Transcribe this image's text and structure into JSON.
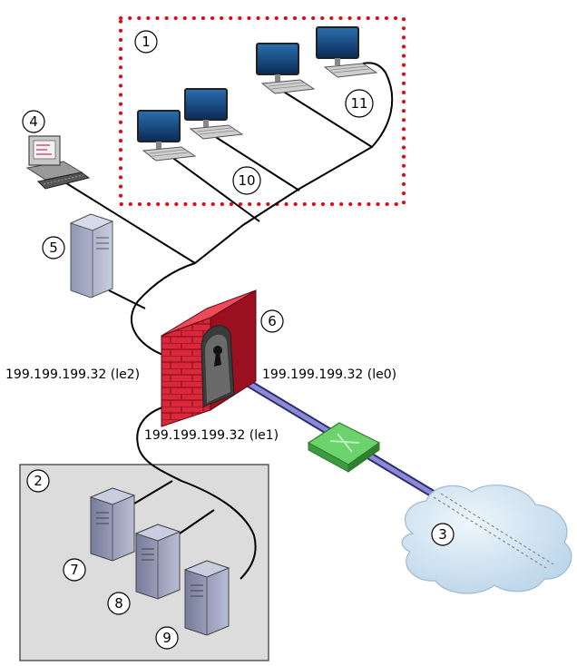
{
  "callouts": {
    "c1": "1",
    "c2": "2",
    "c3": "3",
    "c4": "4",
    "c5": "5",
    "c6": "6",
    "c7": "7",
    "c8": "8",
    "c9": "9",
    "c10": "10",
    "c11": "11"
  },
  "interfaces": {
    "le2": "199.199.199.32 (le2)",
    "le0": "199.199.199.32 (le0)",
    "le1": "199.199.199.32 (le1)"
  },
  "colors": {
    "zone_border": "#e30613",
    "dmz_fill": "#dcdcdc",
    "firewall_brick": "#d8283a",
    "uplink": "#5a5aa8",
    "switch": "#5cb85c",
    "cloud": "#cfe3f2"
  },
  "icons": {
    "workstation": "monitor-keyboard-icon",
    "server": "tower-server-icon",
    "firewall": "brick-firewall-icon",
    "switch": "network-switch-icon",
    "cloud": "internet-cloud-icon"
  }
}
